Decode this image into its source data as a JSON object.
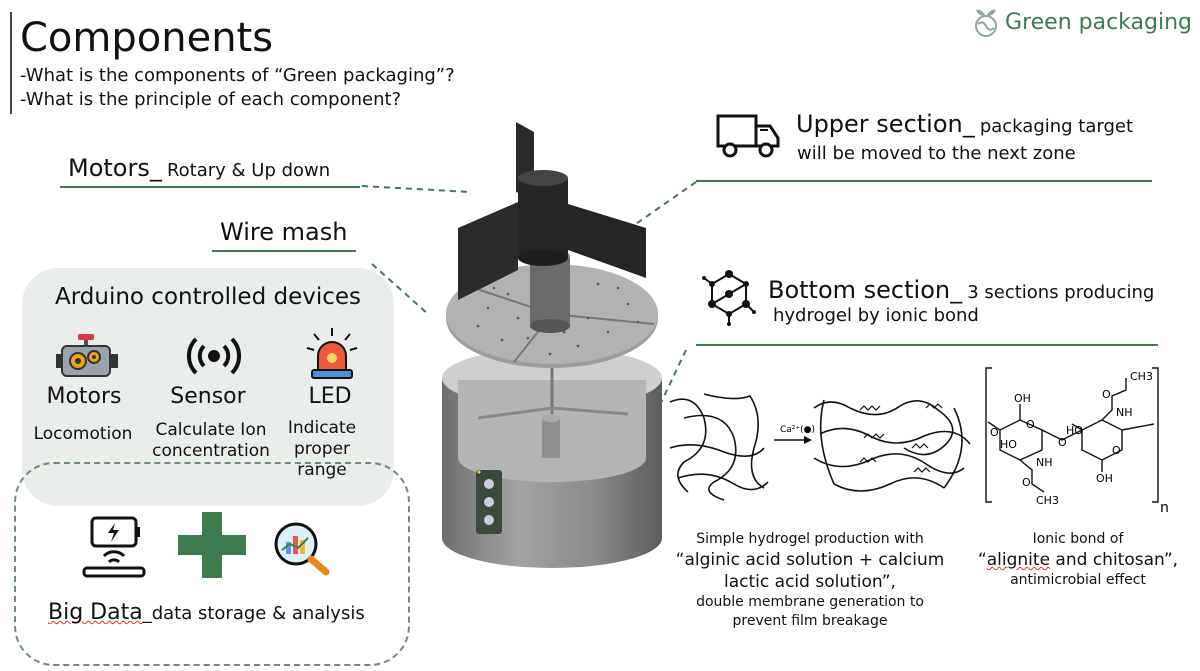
{
  "header": {
    "title": "Components",
    "questions": [
      "-What is the components of “Green packaging”?",
      "-What is the principle of each component?"
    ],
    "brand": "Green packaging"
  },
  "labels": {
    "motors_main": "Motors_",
    "motors_sub": "Rotary & Up down",
    "wire_mash": "Wire mash",
    "upper_main": "Upper section_",
    "upper_sub1": "packaging target",
    "upper_sub2": "will be moved to the next zone",
    "bottom_main": "Bottom section_",
    "bottom_sub1": "3 sections producing",
    "bottom_sub2": "hydrogel by ionic bond"
  },
  "arduino": {
    "title": "Arduino controlled devices",
    "devices": [
      {
        "name": "Motors",
        "desc": "Locomotion"
      },
      {
        "name": "Sensor",
        "desc": "Calculate Ion concentration"
      },
      {
        "name": "LED",
        "desc": "Indicate proper range"
      }
    ]
  },
  "bigdata": {
    "main": "Big Data",
    "sub": "_data storage & analysis"
  },
  "chem": {
    "reaction_label": "Ca²⁺(●)",
    "caption1": {
      "l1": "Simple hydrogel production with",
      "l2": "“alginic acid solution + calcium",
      "l3": "lactic acid solution”,",
      "l4": "double membrane generation to",
      "l5": "prevent film breakage"
    },
    "caption2": {
      "l1": "Ionic bond of",
      "l2a": "“",
      "l2b": "alignite",
      "l2c": " and chitosan”,",
      "l3": "antimicrobial effect"
    },
    "struct_labels": {
      "ch3_top": "CH3",
      "o_top": "O",
      "nh_top": "NH",
      "oh_1": "OH",
      "o_ring1": "O",
      "ho_1": "HO",
      "o_link": "O",
      "ho_2": "HO",
      "o_ring2": "O",
      "nh_bot": "NH",
      "oh_2": "OH",
      "o_bot": "O",
      "ch3_bot": "CH3",
      "n": "n",
      "o_left": "O"
    }
  },
  "colors": {
    "accent_green": "#3e7b4f",
    "panel_bg": "#e9eeea",
    "device_gray": "#8f8f8f"
  }
}
